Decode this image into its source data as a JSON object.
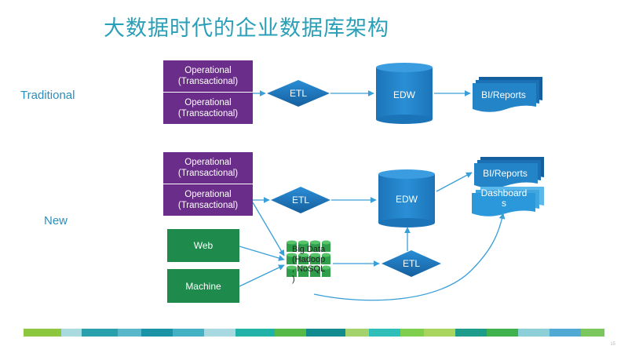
{
  "slide": {
    "title": "大数据时代的企业数据库架构",
    "page_number": "15"
  },
  "traditional": {
    "label": "Traditional",
    "source_top": "Operational\n(Transactional)",
    "source_bottom": "Operational\n(Transactional)",
    "etl": "ETL",
    "edw": "EDW",
    "output": "BI/Reports"
  },
  "new": {
    "label": "New",
    "source_top": "Operational\n(Transactional)",
    "source_bottom": "Operational\n(Transactional)",
    "web": "Web",
    "machine": "Machine",
    "etl_top": "ETL",
    "edw": "EDW",
    "bigdata": "Big Data\n(Hadoop\n, NoSQL\n)",
    "etl_bottom": "ETL",
    "output_reports": "BI/Reports",
    "output_dashboards": "Dashboard\ns"
  },
  "colors": {
    "title": "#2a9fb8",
    "purple": "#6a2d8a",
    "green": "#1e8a4c",
    "blue": "#1a78c2",
    "arrow": "#3a9fd8"
  }
}
